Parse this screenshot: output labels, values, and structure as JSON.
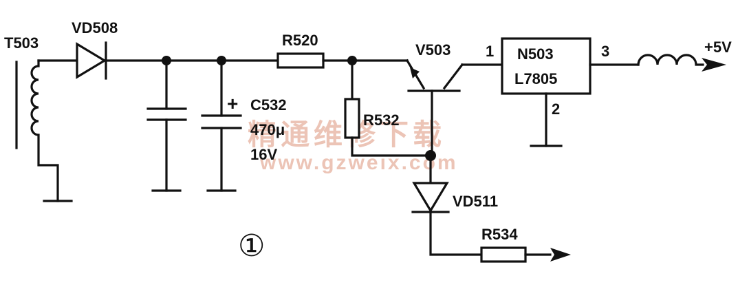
{
  "labels": {
    "t503": "T503",
    "vd508": "VD508",
    "r520": "R520",
    "c532": "C532",
    "c532_value": "470μ",
    "c532_voltage": "16V",
    "v503": "V503",
    "r532": "R532",
    "vd511": "VD511",
    "r534": "R534",
    "n503": "N503",
    "l7805": "L7805",
    "pin1": "1",
    "pin2": "2",
    "pin3": "3",
    "plus5v": "+5V",
    "plus_sign": "+",
    "figure_number": "①"
  },
  "watermark": {
    "cn": "精通维修下载",
    "url": "www.gzweix.com",
    "color": "#ecc4b6"
  },
  "colors": {
    "ink": "#111111",
    "background": "#ffffff"
  }
}
